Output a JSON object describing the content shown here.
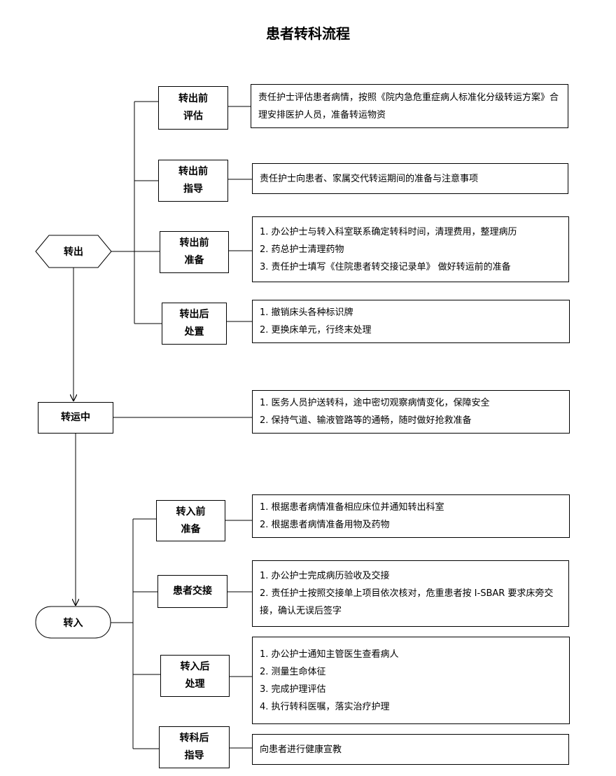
{
  "title": "患者转科流程",
  "nodes": {
    "out": "转出",
    "transit": "转运中",
    "in": "转入"
  },
  "out_stages": [
    {
      "line1": "转出前",
      "line2": "评估",
      "items": [
        "责任护士评估患者病情，按照《院内急危重症病人标准化分级转运方案》合理安排医护人员，准备转运物资"
      ]
    },
    {
      "line1": "转出前",
      "line2": "指导",
      "items": [
        "责任护士向患者、家属交代转运期间的准备与注意事项"
      ]
    },
    {
      "line1": "转出前",
      "line2": "准备",
      "items": [
        "1. 办公护士与转入科室联系确定转科时间，清理费用，整理病历",
        "2. 药总护士清理药物",
        "3. 责任护士填写《住院患者转交接记录单》 做好转运前的准备"
      ]
    },
    {
      "line1": "转出后",
      "line2": "处置",
      "items": [
        "1. 撤销床头各种标识牌",
        "2. 更换床单元，行终末处理"
      ]
    }
  ],
  "transit_items": [
    "1. 医务人员护送转科，途中密切观察病情变化，保障安全",
    "2. 保持气道、输液管路等的通畅，随时做好抢救准备"
  ],
  "in_stages": [
    {
      "line1": "转入前",
      "line2": "准备",
      "items": [
        "1. 根据患者病情准备相应床位并通知转出科室",
        "2. 根据患者病情准备用物及药物"
      ]
    },
    {
      "line1": "患者交接",
      "line2": "",
      "items": [
        "1. 办公护士完成病历验收及交接",
        "2. 责任护士按照交接单上项目依次核对，危重患者按 I-SBAR 要求床旁交接，确认无误后签字"
      ]
    },
    {
      "line1": "转入后",
      "line2": "处理",
      "items": [
        "1. 办公护士通知主管医生查看病人",
        "2. 测量生命体征",
        "3. 完成护理评估",
        "4. 执行转科医嘱，落实治疗护理"
      ]
    },
    {
      "line1": "转科后",
      "line2": "指导",
      "items": [
        "向患者进行健康宣教"
      ]
    }
  ]
}
